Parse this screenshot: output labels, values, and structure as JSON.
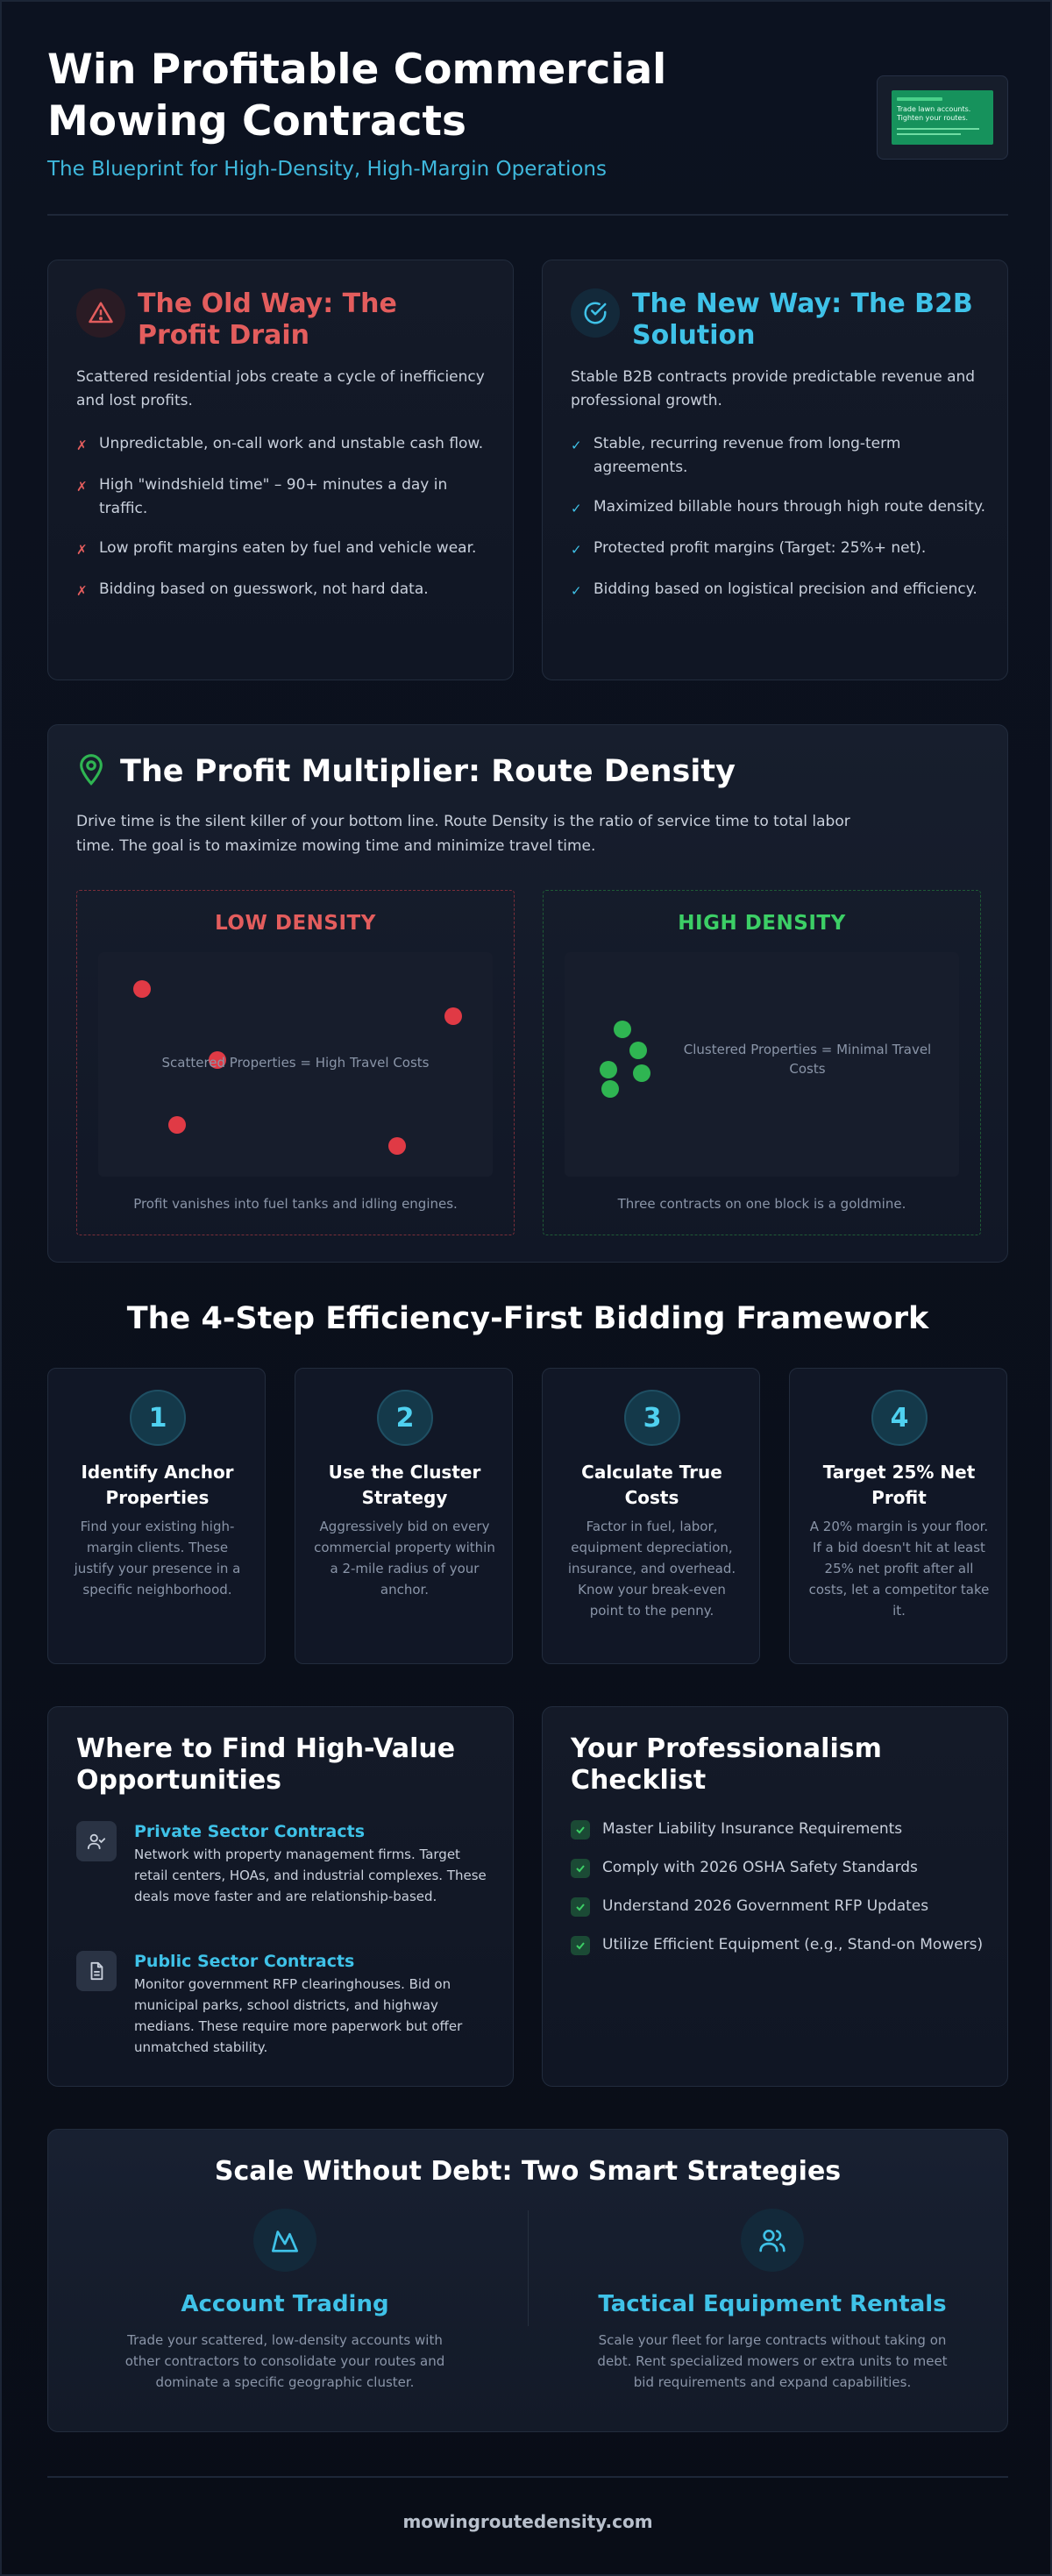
{
  "header": {
    "title": "Win Profitable Commercial Mowing Contracts",
    "subtitle": "The Blueprint for High-Density, High-Margin Operations",
    "thumbnail_lines": [
      "Trade lawn accounts.",
      "Tighten your routes."
    ]
  },
  "old_way": {
    "title": "The Old Way: The Profit Drain",
    "description": "Scattered residential jobs create a cycle of inefficiency and lost profits.",
    "bullets": [
      "Unpredictable, on-call work and unstable cash flow.",
      "High \"windshield time\" – 90+ minutes a day in traffic.",
      "Low profit margins eaten by fuel and vehicle wear.",
      "Bidding based on guesswork, not hard data."
    ],
    "mark": "✗",
    "color": "#e35d5d"
  },
  "new_way": {
    "title": "The New Way: The B2B Solution",
    "description": "Stable B2B contracts provide predictable revenue and professional growth.",
    "bullets": [
      "Stable, recurring revenue from long-term agreements.",
      "Maximized billable hours through high route density.",
      "Protected profit margins (Target: 25%+ net).",
      "Bidding based on logistical precision and efficiency."
    ],
    "mark": "✓",
    "color": "#3fc2e8"
  },
  "route_density": {
    "title": "The Profit Multiplier: Route Density",
    "description": "Drive time is the silent killer of your bottom line. Route Density is the ratio of service time to total labor time. The goal is to maximize mowing time and minimize travel time.",
    "low": {
      "label": "LOW DENSITY",
      "field_text": "Scattered Properties = High Travel Costs",
      "caption": "Profit vanishes into fuel tanks and idling engines.",
      "color": "#e03a45"
    },
    "high": {
      "label": "HIGH DENSITY",
      "field_text": "Clustered Properties = Minimal Travel Costs",
      "caption": "Three contracts on one block is a goldmine.",
      "color": "#2fb552"
    }
  },
  "framework": {
    "title": "The 4-Step Efficiency-First Bidding Framework",
    "steps": [
      {
        "num": "1",
        "title": "Identify Anchor Properties",
        "desc": "Find your existing high-margin clients. These justify your presence in a specific neighborhood."
      },
      {
        "num": "2",
        "title": "Use the Cluster Strategy",
        "desc": "Aggressively bid on every commercial property within a 2-mile radius of your anchor."
      },
      {
        "num": "3",
        "title": "Calculate True Costs",
        "desc": "Factor in fuel, labor, equipment depreciation, insurance, and overhead. Know your break-even point to the penny."
      },
      {
        "num": "4",
        "title": "Target 25% Net Profit",
        "desc": "A 20% margin is your floor. If a bid doesn't hit at least 25% net profit after all costs, let a competitor take it."
      }
    ]
  },
  "opportunities": {
    "title": "Where to Find High-Value Opportunities",
    "items": [
      {
        "title": "Private Sector Contracts",
        "desc": "Network with property management firms. Target retail centers, HOAs, and industrial complexes. These deals move faster and are relationship-based.",
        "icon": "user-check-icon"
      },
      {
        "title": "Public Sector Contracts",
        "desc": "Monitor government RFP clearinghouses. Bid on municipal parks, school districts, and highway medians. These require more paperwork but offer unmatched stability.",
        "icon": "document-icon"
      }
    ]
  },
  "checklist": {
    "title": "Your Professionalism Checklist",
    "items": [
      "Master Liability Insurance Requirements",
      "Comply with 2026 OSHA Safety Standards",
      "Understand 2026 Government RFP Updates",
      "Utilize Efficient Equipment (e.g., Stand-on Mowers)"
    ]
  },
  "scale": {
    "title": "Scale Without Debt: Two Smart Strategies",
    "strategies": [
      {
        "title": "Account Trading",
        "desc": "Trade your scattered, low-density accounts with other contractors to consolidate your routes and dominate a specific geographic cluster.",
        "icon": "map-icon"
      },
      {
        "title": "Tactical Equipment Rentals",
        "desc": "Scale your fleet for large contracts without taking on debt. Rent specialized mowers or extra units to meet bid requirements and expand capabilities.",
        "icon": "users-icon"
      }
    ]
  },
  "footer": {
    "text": "mowingroutedensity.com"
  }
}
